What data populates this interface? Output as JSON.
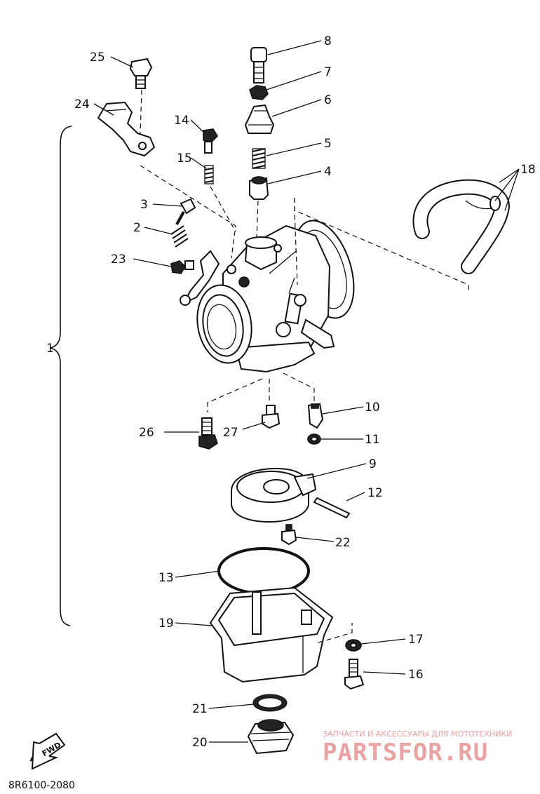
{
  "diagram": {
    "code": "8R6100-2080",
    "fwd_label": "FWD"
  },
  "callouts": {
    "1": "1",
    "2": "2",
    "3": "3",
    "4": "4",
    "5": "5",
    "6": "6",
    "7": "7",
    "8": "8",
    "9": "9",
    "10": "10",
    "11": "11",
    "12": "12",
    "13": "13",
    "14": "14",
    "15": "15",
    "16": "16",
    "17": "17",
    "18": "18",
    "19": "19",
    "20": "20",
    "21": "21",
    "22": "22",
    "23": "23",
    "24": "24",
    "25": "25",
    "26": "26",
    "27": "27"
  },
  "watermark": {
    "tagline": "ЗАПЧАСТИ И АКСЕССУАРЫ ДЛЯ МОТОТЕХНИКИ",
    "logo": "PARTSFOR.RU",
    "color": "#e8a3a3"
  },
  "colors": {
    "line": "#111111",
    "background": "#ffffff"
  }
}
